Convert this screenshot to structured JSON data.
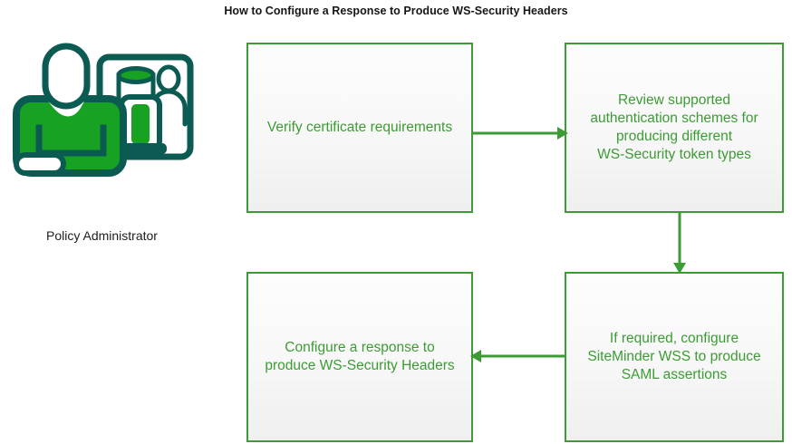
{
  "title": "How to Configure a Response to Produce WS-Security Headers",
  "colors": {
    "box_border": "#3d9b35",
    "box_text": "#3d9b35",
    "connector": "#3d9b35",
    "icon_green": "#17a223",
    "icon_dark": "#0c5b52",
    "title_text": "#161616",
    "label_text": "#1d1d1d",
    "box_fill_top": "#fdfdfd",
    "box_fill_bottom": "#efefef"
  },
  "persona": {
    "label": "Policy Administrator",
    "icon_name": "policy-administrator-icon"
  },
  "flow": {
    "steps": [
      {
        "id": "verify-certificate",
        "lines": [
          "Verify certificate requirements"
        ]
      },
      {
        "id": "review-schemes",
        "lines": [
          "Review supported",
          "authentication schemes for",
          "producing different",
          "WS-Security token types"
        ]
      },
      {
        "id": "siteminder-wss",
        "lines": [
          "If required, configure",
          "SiteMinder WSS to produce",
          "SAML assertions"
        ]
      },
      {
        "id": "configure-response",
        "lines": [
          "Configure a response to",
          "produce WS-Security Headers"
        ]
      }
    ],
    "connectors": [
      {
        "id": "verify-to-review",
        "direction": "right"
      },
      {
        "id": "review-to-siteminder",
        "direction": "down"
      },
      {
        "id": "siteminder-to-configure",
        "direction": "left"
      }
    ]
  }
}
